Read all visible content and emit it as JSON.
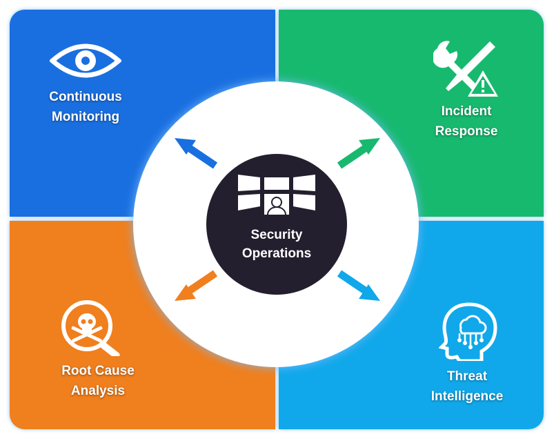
{
  "center": {
    "title": "Security Operations",
    "icon": "monitoring-screens-operator-icon",
    "color": "#231f2e"
  },
  "quadrants": [
    {
      "id": "top-left",
      "label": "Continuous Monitoring",
      "icon": "eye-icon",
      "color": "#1a6fe0"
    },
    {
      "id": "top-right",
      "label": "Incident Response",
      "icon": "tools-warning-icon",
      "color": "#17b96f"
    },
    {
      "id": "bottom-left",
      "label": "Root Cause Analysis",
      "icon": "skull-magnifier-icon",
      "color": "#f07f1e"
    },
    {
      "id": "bottom-right",
      "label": "Threat Intelligence",
      "icon": "brain-cloud-circuit-icon",
      "color": "#10a8ea"
    }
  ]
}
